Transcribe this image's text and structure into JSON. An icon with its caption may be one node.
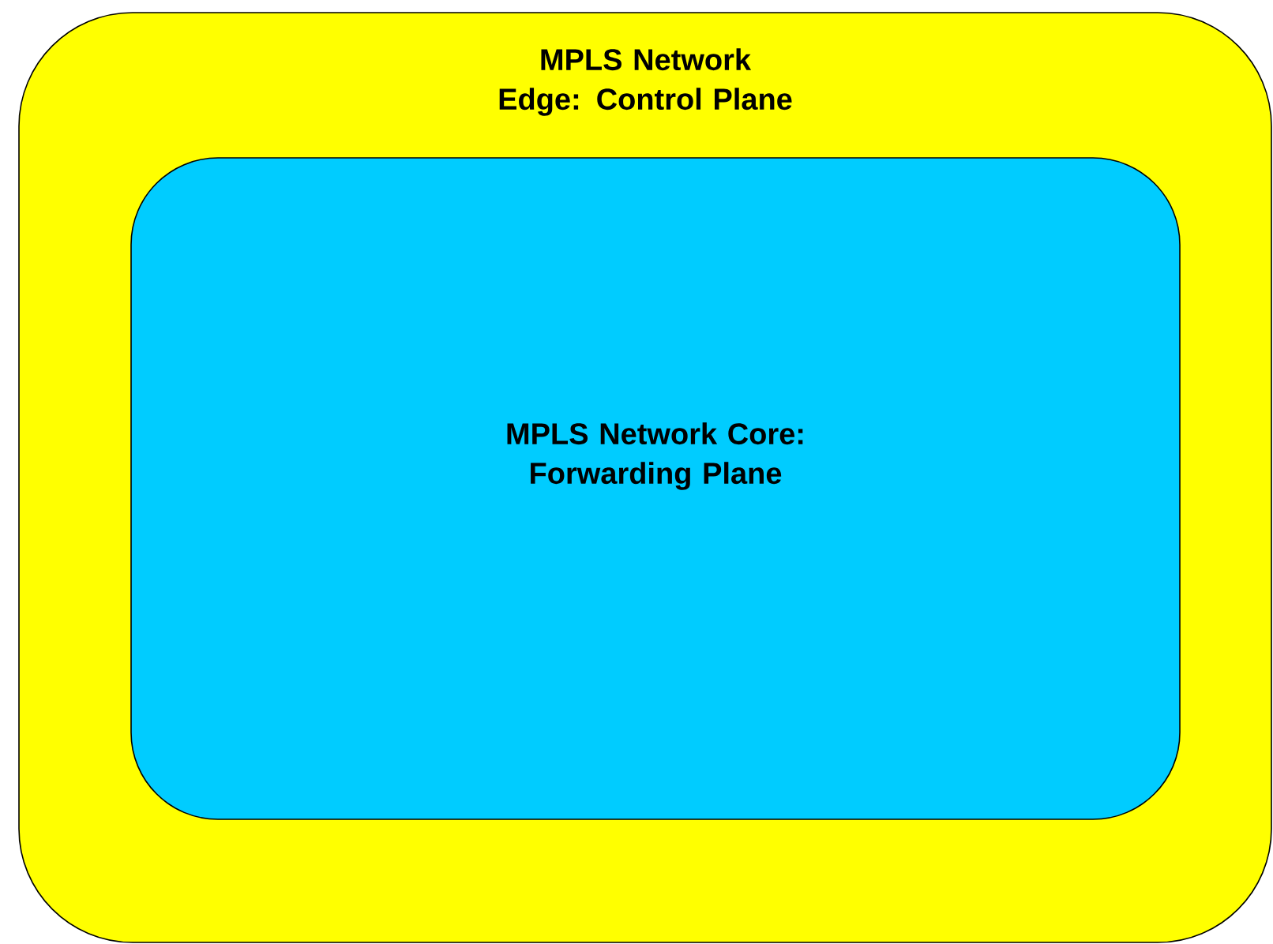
{
  "diagram": {
    "nodes": [
      {
        "text": [
          "MPLS Network Edge: Control Plane"
        ]
      },
      {
        "text": [
          "MPLS Network Core: Forwarding Plane"
        ],
        "in": 0
      }
    ]
  }
}
